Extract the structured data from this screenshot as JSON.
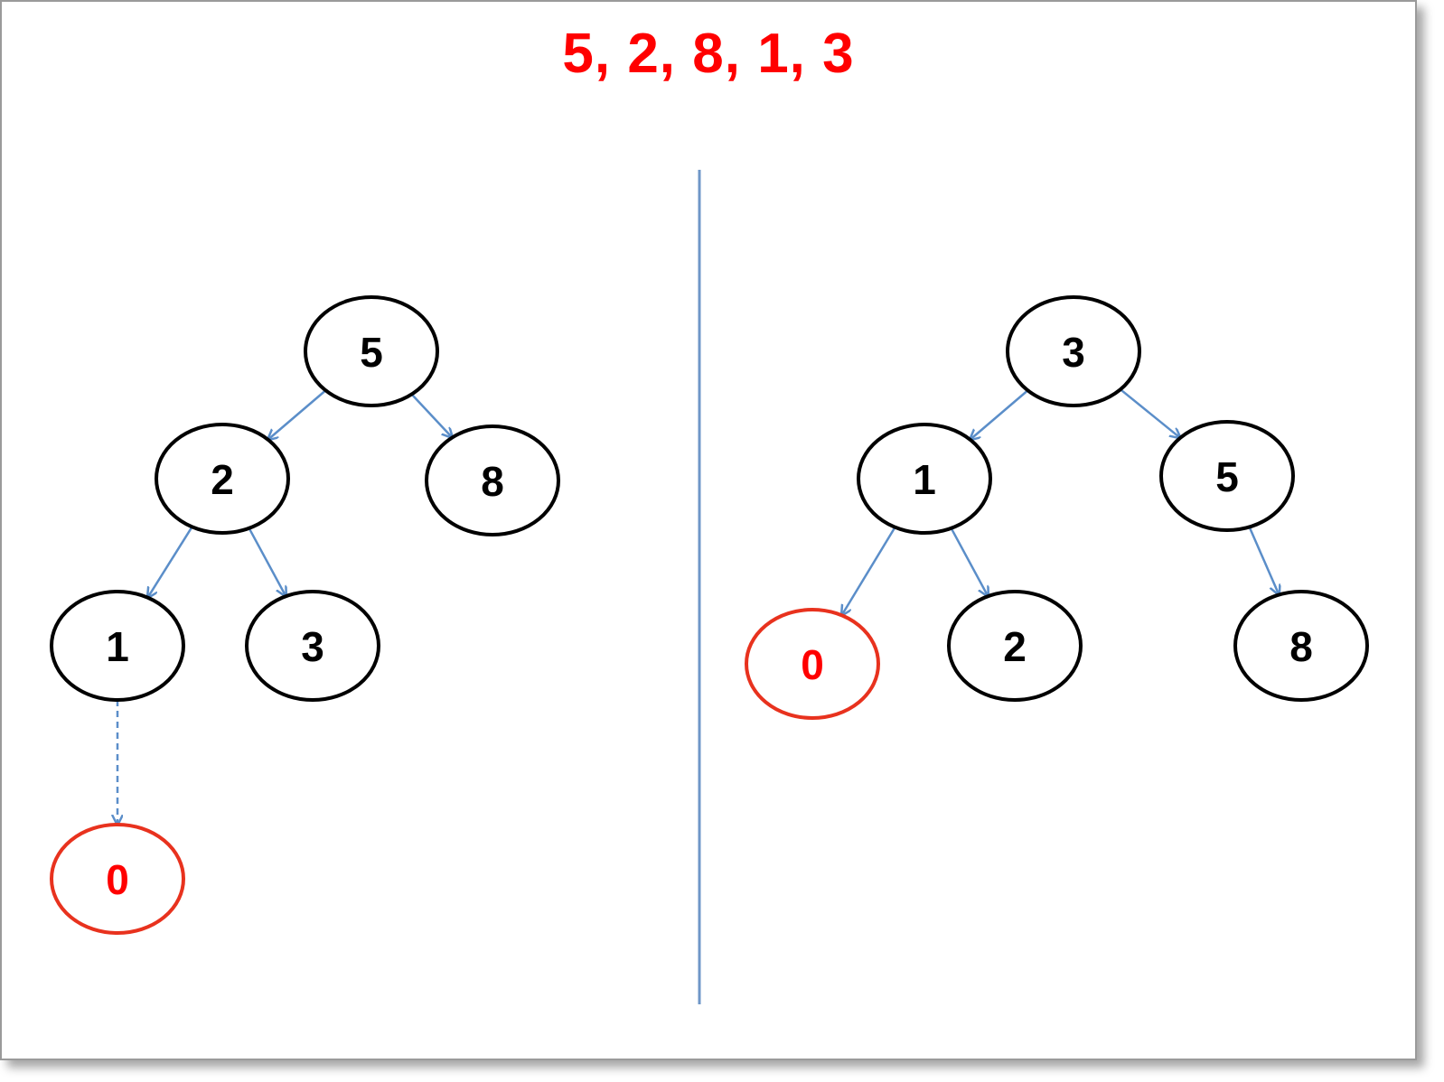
{
  "title": "5, 2, 8, 1, 3",
  "colors": {
    "highlight": "#ff0000",
    "highlight_stroke": "#e8321e",
    "node_stroke": "#000000",
    "edge": "#5b8ec9",
    "divider": "#6f97c8"
  },
  "left_tree": {
    "nodes": [
      {
        "id": "n5",
        "label": "5",
        "highlight": false
      },
      {
        "id": "n2",
        "label": "2",
        "highlight": false
      },
      {
        "id": "n8",
        "label": "8",
        "highlight": false
      },
      {
        "id": "n1",
        "label": "1",
        "highlight": false
      },
      {
        "id": "n3",
        "label": "3",
        "highlight": false
      },
      {
        "id": "n0",
        "label": "0",
        "highlight": true
      }
    ],
    "edges": [
      {
        "from": "n5",
        "to": "n2",
        "style": "solid"
      },
      {
        "from": "n5",
        "to": "n8",
        "style": "solid"
      },
      {
        "from": "n2",
        "to": "n1",
        "style": "solid"
      },
      {
        "from": "n2",
        "to": "n3",
        "style": "solid"
      },
      {
        "from": "n1",
        "to": "n0",
        "style": "dashed"
      }
    ]
  },
  "right_tree": {
    "nodes": [
      {
        "id": "r3",
        "label": "3",
        "highlight": false
      },
      {
        "id": "r1",
        "label": "1",
        "highlight": false
      },
      {
        "id": "r5",
        "label": "5",
        "highlight": false
      },
      {
        "id": "r0",
        "label": "0",
        "highlight": true
      },
      {
        "id": "r2",
        "label": "2",
        "highlight": false
      },
      {
        "id": "r8",
        "label": "8",
        "highlight": false
      }
    ],
    "edges": [
      {
        "from": "r3",
        "to": "r1",
        "style": "solid"
      },
      {
        "from": "r3",
        "to": "r5",
        "style": "solid"
      },
      {
        "from": "r1",
        "to": "r0",
        "style": "solid"
      },
      {
        "from": "r1",
        "to": "r2",
        "style": "solid"
      },
      {
        "from": "r5",
        "to": "r8",
        "style": "solid"
      }
    ]
  }
}
